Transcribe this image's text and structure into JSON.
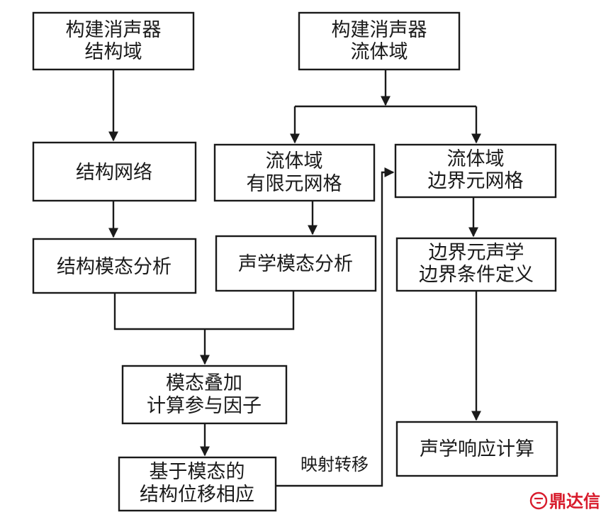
{
  "nodes": {
    "build_structure_domain": [
      "构建消声器",
      "结构域"
    ],
    "build_fluid_domain": [
      "构建消声器",
      "流体域"
    ],
    "structure_mesh": [
      "结构网络"
    ],
    "fluid_fem_mesh": [
      "流体域",
      "有限元网格"
    ],
    "fluid_bem_mesh": [
      "流体域",
      "边界元网格"
    ],
    "structure_modal_analysis": [
      "结构模态分析"
    ],
    "acoustic_modal_analysis": [
      "声学模态分析"
    ],
    "bem_acoustic_boundary": [
      "边界元声学",
      "边界条件定义"
    ],
    "modal_superposition": [
      "模态叠加",
      "计算参与因子"
    ],
    "modal_displacement": [
      "基于模态的",
      "结构位移相应"
    ],
    "acoustic_response": [
      "声学响应计算"
    ]
  },
  "edges": {
    "mapping_label": "映射转移"
  },
  "watermark": {
    "text": "鼎达信",
    "color": "#d81b2c"
  }
}
